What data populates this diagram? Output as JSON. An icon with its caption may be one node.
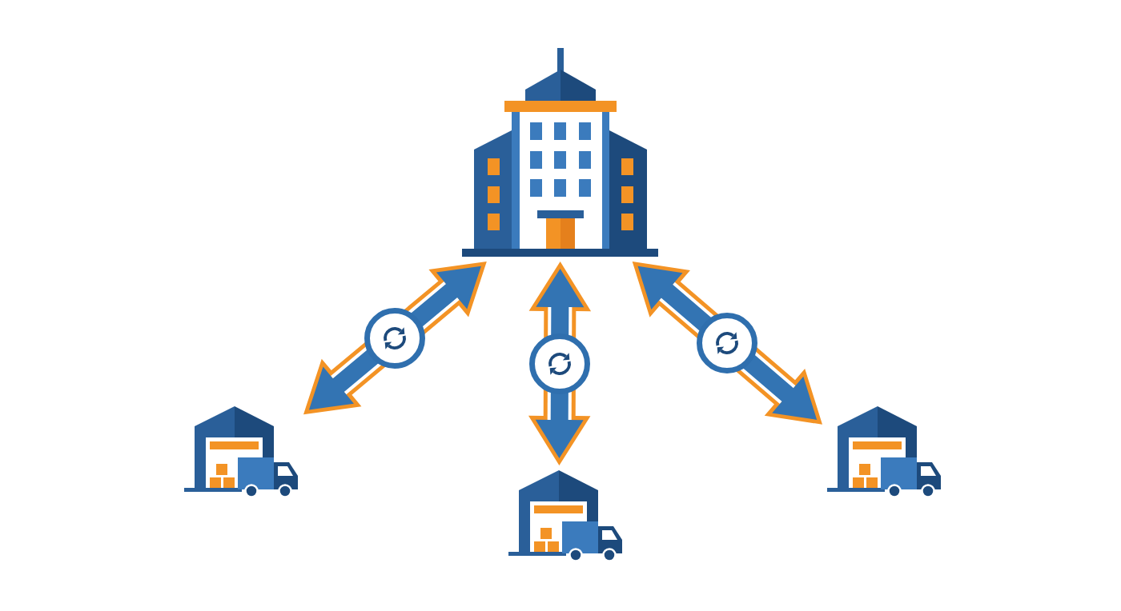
{
  "diagram": {
    "nodes": [
      {
        "text": [],
        "shape": "picture"
      },
      {
        "text": [],
        "shape": "picture"
      },
      {
        "text": [],
        "shape": "picture"
      },
      {
        "text": [],
        "shape": "picture"
      }
    ],
    "edges": [
      {
        "from": 0,
        "to": 1,
        "arrow": "both"
      },
      {
        "from": 0,
        "to": 2,
        "arrow": "both"
      },
      {
        "from": 0,
        "to": 3,
        "arrow": "both"
      }
    ]
  }
}
